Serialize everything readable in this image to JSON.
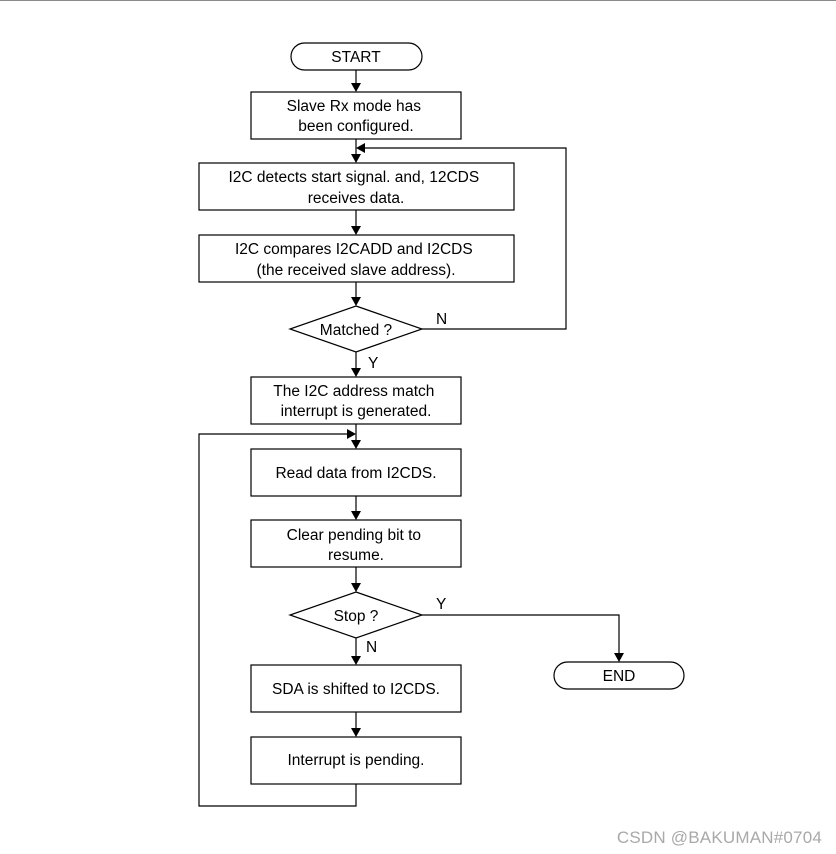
{
  "nodes": {
    "start": "START",
    "step1": [
      "Slave Rx mode has",
      "been configured."
    ],
    "step2": [
      "I2C detects start signal. and, 12CDS",
      "receives data."
    ],
    "step3": [
      "I2C compares I2CADD and I2CDS",
      "(the received slave address)."
    ],
    "decision1": "Matched ?",
    "step4": [
      "The I2C address match",
      "interrupt is generated."
    ],
    "step5": "Read data from I2CDS.",
    "step6": [
      "Clear pending bit to",
      "resume."
    ],
    "decision2": "Stop ?",
    "step7": "SDA is shifted to I2CDS.",
    "step8": "Interrupt is pending.",
    "end": "END"
  },
  "edge_labels": {
    "matched_no": "N",
    "matched_yes": "Y",
    "stop_yes": "Y",
    "stop_no": "N"
  },
  "watermark": "CSDN @BAKUMAN#0704"
}
